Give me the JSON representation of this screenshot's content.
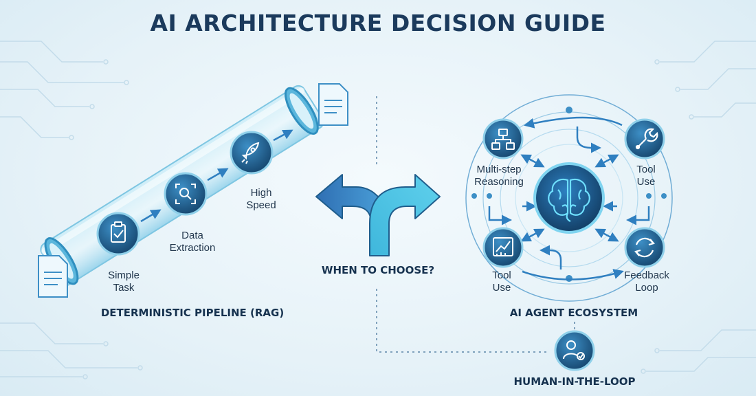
{
  "title": "AI ARCHITECTURE DECISION GUIDE",
  "decision_question": "WHEN TO CHOOSE?",
  "pipeline": {
    "caption": "DETERMINISTIC PIPELINE (RAG)",
    "stages": [
      {
        "line1": "Simple",
        "line2": "Task",
        "icon": "clipboard-check-icon"
      },
      {
        "line1": "Data",
        "line2": "Extraction",
        "icon": "scan-search-icon"
      },
      {
        "line1": "High",
        "line2": "Speed",
        "icon": "rocket-icon"
      }
    ],
    "documents": [
      "input-document-icon",
      "output-document-icon"
    ]
  },
  "agent": {
    "caption": "AI AGENT ECOSYSTEM",
    "core_icon": "brain-icon",
    "nodes": [
      {
        "line1": "Multi-step",
        "line2": "Reasoning",
        "icon": "hierarchy-icon"
      },
      {
        "line1": "Tool",
        "line2": "Use",
        "icon": "wrench-icon"
      },
      {
        "line1": "Tool",
        "line2": "Use",
        "icon": "chart-icon"
      },
      {
        "line1": "Feedback",
        "line2": "Loop",
        "icon": "refresh-icon"
      }
    ]
  },
  "human": {
    "caption": "HUMAN-IN-THE-LOOP",
    "icon": "user-check-icon"
  },
  "colors": {
    "navy": "#16324f",
    "node_dark": "#1f5d8c",
    "node_light": "#3d8fc6",
    "accent_cyan": "#3bb0d6",
    "arrow_blue": "#2f7fc0"
  }
}
